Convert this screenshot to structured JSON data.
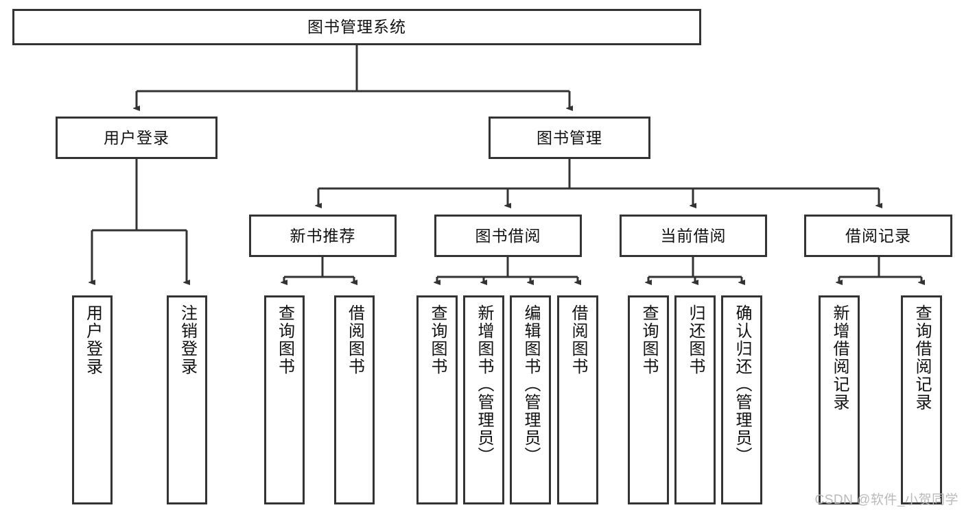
{
  "diagram": {
    "type": "tree-hierarchy",
    "title": "图书管理系统",
    "root": {
      "id": "root",
      "label": "图书管理系统"
    },
    "level2": [
      {
        "id": "user-login",
        "label": "用户登录"
      },
      {
        "id": "book-manage",
        "label": "图书管理"
      }
    ],
    "level3": [
      {
        "id": "new-book-rec",
        "label": "新书推荐",
        "parent": "book-manage"
      },
      {
        "id": "book-borrow",
        "label": "图书借阅",
        "parent": "book-manage"
      },
      {
        "id": "current-borrow",
        "label": "当前借阅",
        "parent": "book-manage"
      },
      {
        "id": "borrow-record",
        "label": "借阅记录",
        "parent": "book-manage"
      }
    ],
    "leaves": {
      "user-login": [
        {
          "id": "leaf-user-login",
          "label": "用户登录"
        },
        {
          "id": "leaf-logout-login",
          "label": "注销登录"
        }
      ],
      "new-book-rec": [
        {
          "id": "leaf-query-book-1",
          "label": "查询图书"
        },
        {
          "id": "leaf-borrow-book-1",
          "label": "借阅图书"
        }
      ],
      "book-borrow": [
        {
          "id": "leaf-query-book-2",
          "label": "查询图书"
        },
        {
          "id": "leaf-add-book",
          "label": "新增图书（管理员）"
        },
        {
          "id": "leaf-edit-book",
          "label": "编辑图书（管理员）"
        },
        {
          "id": "leaf-borrow-book-2",
          "label": "借阅图书"
        }
      ],
      "current-borrow": [
        {
          "id": "leaf-query-book-3",
          "label": "查询图书"
        },
        {
          "id": "leaf-return-book",
          "label": "归还图书"
        },
        {
          "id": "leaf-confirm-return",
          "label": "确认归还（管理员）"
        }
      ],
      "borrow-record": [
        {
          "id": "leaf-add-record",
          "label": "新增借阅记录"
        },
        {
          "id": "leaf-query-record",
          "label": "查询借阅记录"
        }
      ]
    },
    "colors": {
      "stroke": "#333333",
      "fill": "#ffffff",
      "text": "#111111",
      "watermark": "#b9b9b9"
    }
  },
  "watermark": {
    "text": "CSDN @软件_小贺同学"
  }
}
